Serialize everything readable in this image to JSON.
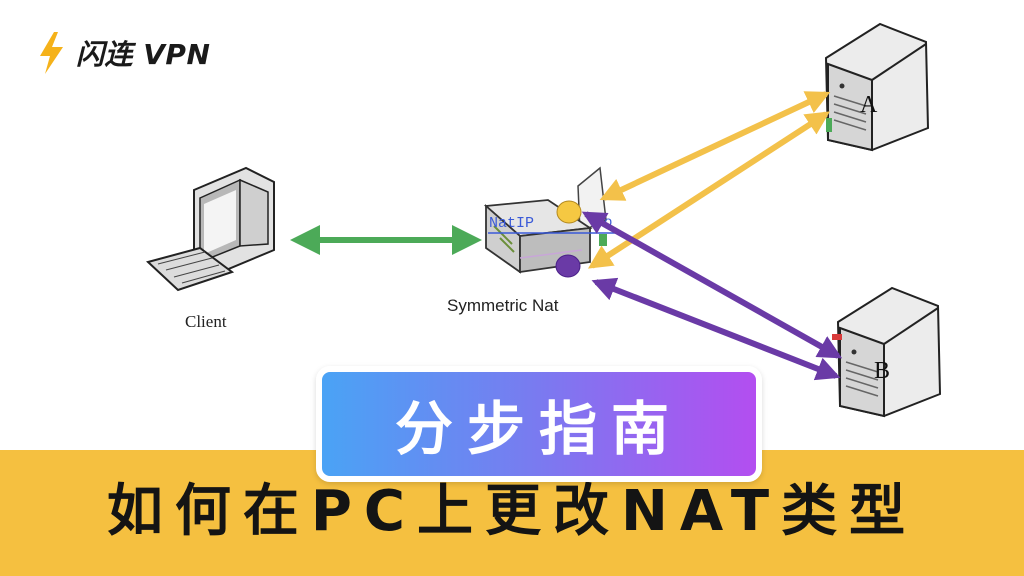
{
  "brand": {
    "name": "闪连 VPN",
    "icon": "lightning-bolt-icon",
    "icon_color": "#f5b21a"
  },
  "diagram": {
    "client_label": "Client",
    "nat_label": "Symmetric Nat",
    "nat_text": "NatIP",
    "server_a_label": "A",
    "server_b_label": "B"
  },
  "colors": {
    "client_link": "#4caa58",
    "server_a_link": "#f3c14a",
    "server_b_link": "#6a3aa6",
    "band": "#f5c040"
  },
  "badge": {
    "text": "分步指南"
  },
  "title": {
    "text": "如何在PC上更改NAT类型"
  }
}
